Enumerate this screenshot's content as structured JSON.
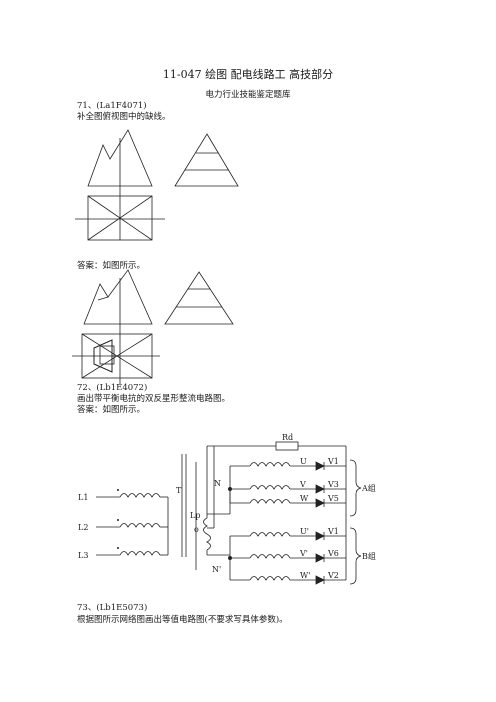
{
  "title": "11-047 绘图 配电线路工 高技部分",
  "subtitle": "电力行业技能鉴定题库",
  "q71": {
    "number": "71、(La1F4071)",
    "text": "补全图俯视图中的缺线。",
    "answer": "答案：如图所示。"
  },
  "q72": {
    "number": "72、(Lb1E4072)",
    "text": "画出带平衡电抗的双反星形整流电路图。",
    "answer": "答案：如图所示。",
    "labels": {
      "rd": "Rd",
      "t": "T",
      "n": "N",
      "n2": "N'",
      "lp": "Lp",
      "o": "o",
      "l1": "L1",
      "l2": "L2",
      "l3": "L3",
      "u": "U",
      "v": "V",
      "w": "W",
      "u2": "U'",
      "v2": "V'",
      "w2": "W'",
      "v1": "V1",
      "v3": "V3",
      "v5": "V5",
      "v1b": "V1",
      "v6": "V6",
      "v2d": "V2",
      "group_a": "A组",
      "group_b": "B组"
    }
  },
  "q73": {
    "number": "73、(Lb1E5073)",
    "text": "根据图所示网络图画出等值电路图(不要求写具体参数)。"
  }
}
